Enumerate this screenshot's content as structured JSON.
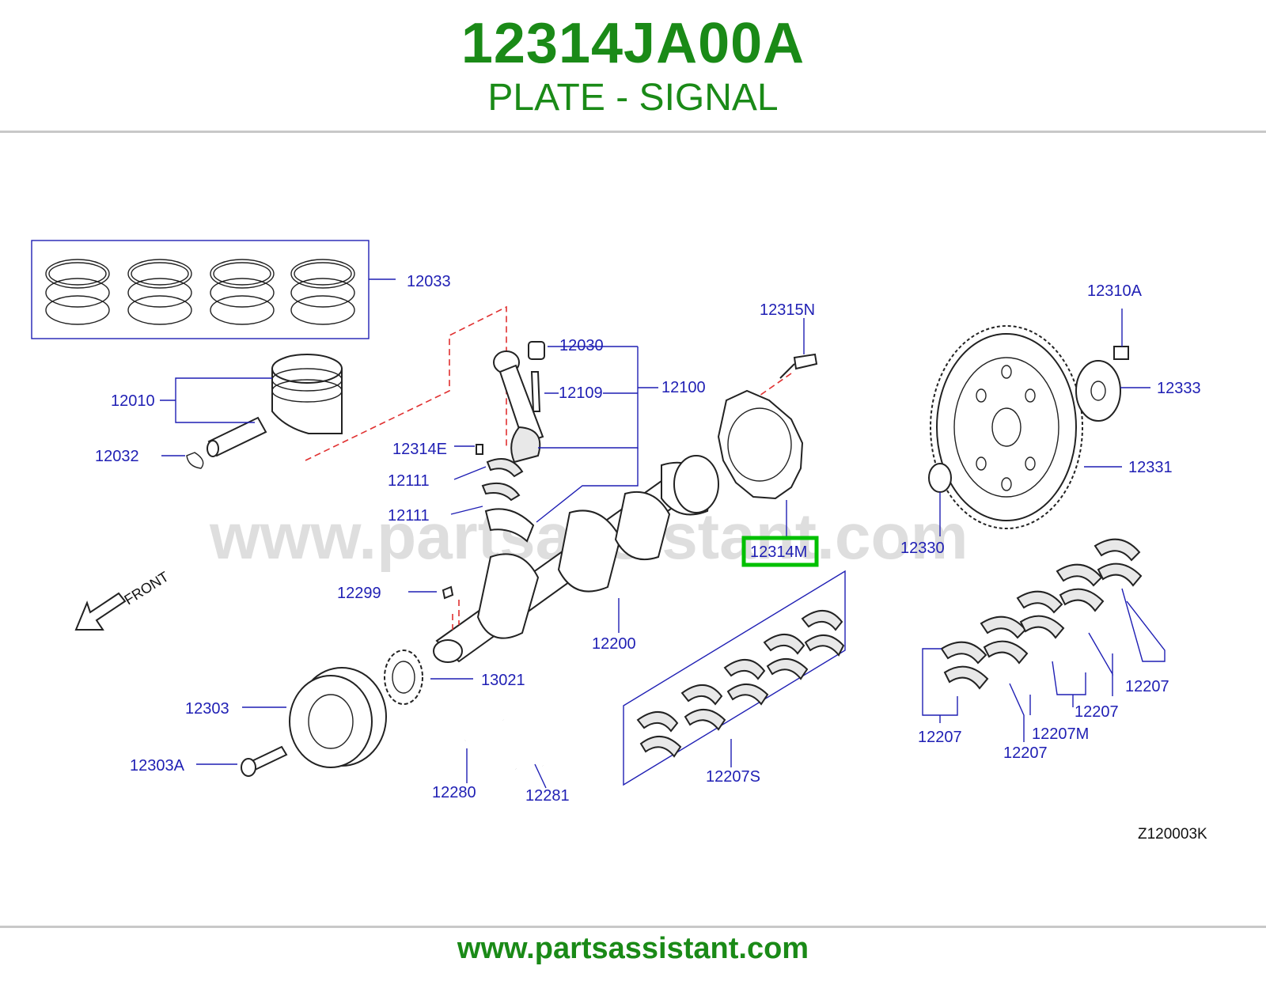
{
  "header": {
    "part_number": "12314JA00A",
    "part_name": "PLATE - SIGNAL"
  },
  "diagram": {
    "watermark": "www.partsassistant.com",
    "front_label": "FRONT",
    "code": "Z120003K",
    "highlight_color": "#00c000",
    "labels": {
      "l12033": "12033",
      "l12010": "12010",
      "l12032": "12032",
      "l12030": "12030",
      "l12109": "12109",
      "l12100": "12100",
      "l12314E": "12314E",
      "l12111a": "12111",
      "l12111b": "12111",
      "l12315N": "12315N",
      "l12314M": "12314M",
      "l12310A": "12310A",
      "l12333": "12333",
      "l12331": "12331",
      "l12330": "12330",
      "l12299": "12299",
      "l12200": "12200",
      "l13021": "13021",
      "l12303": "12303",
      "l12303A": "12303A",
      "l12280": "12280",
      "l12281": "12281",
      "l12207S": "12207S",
      "l12207a": "12207",
      "l12207b": "12207",
      "l12207c": "12207",
      "l12207d": "12207",
      "l12207M": "12207M"
    }
  },
  "footer": {
    "url": "www.partsassistant.com"
  }
}
